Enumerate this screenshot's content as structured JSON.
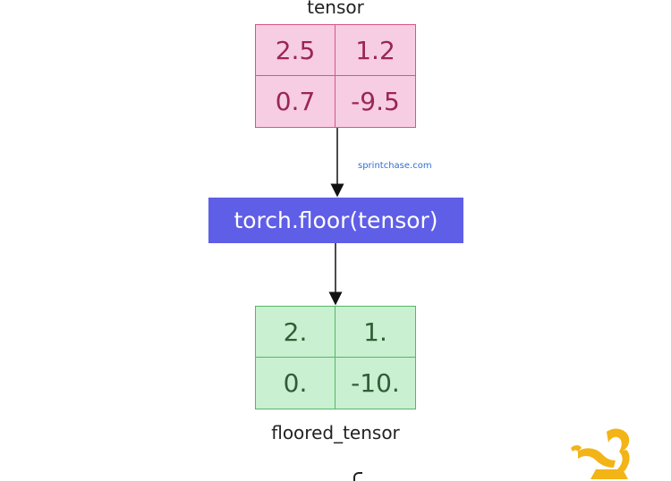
{
  "input": {
    "label": "tensor",
    "cells": [
      "2.5",
      "1.2",
      "0.7",
      "-9.5"
    ]
  },
  "operation": {
    "label": "torch.floor(tensor)"
  },
  "watermark": "sprintchase.com",
  "output": {
    "label": "floored_tensor",
    "cells": [
      "2.",
      "1.",
      "0.",
      "-10."
    ]
  },
  "colors": {
    "input_fill": "#f6cde3",
    "input_border": "#d6568a",
    "input_text": "#9a2556",
    "operation_fill": "#5f5ee6",
    "output_fill": "#c9f0d0",
    "output_border": "#59b46b",
    "output_text": "#2f5d37",
    "logo": "#f2b416"
  },
  "icons": {
    "logo": "yellow-figure-logo-icon"
  }
}
